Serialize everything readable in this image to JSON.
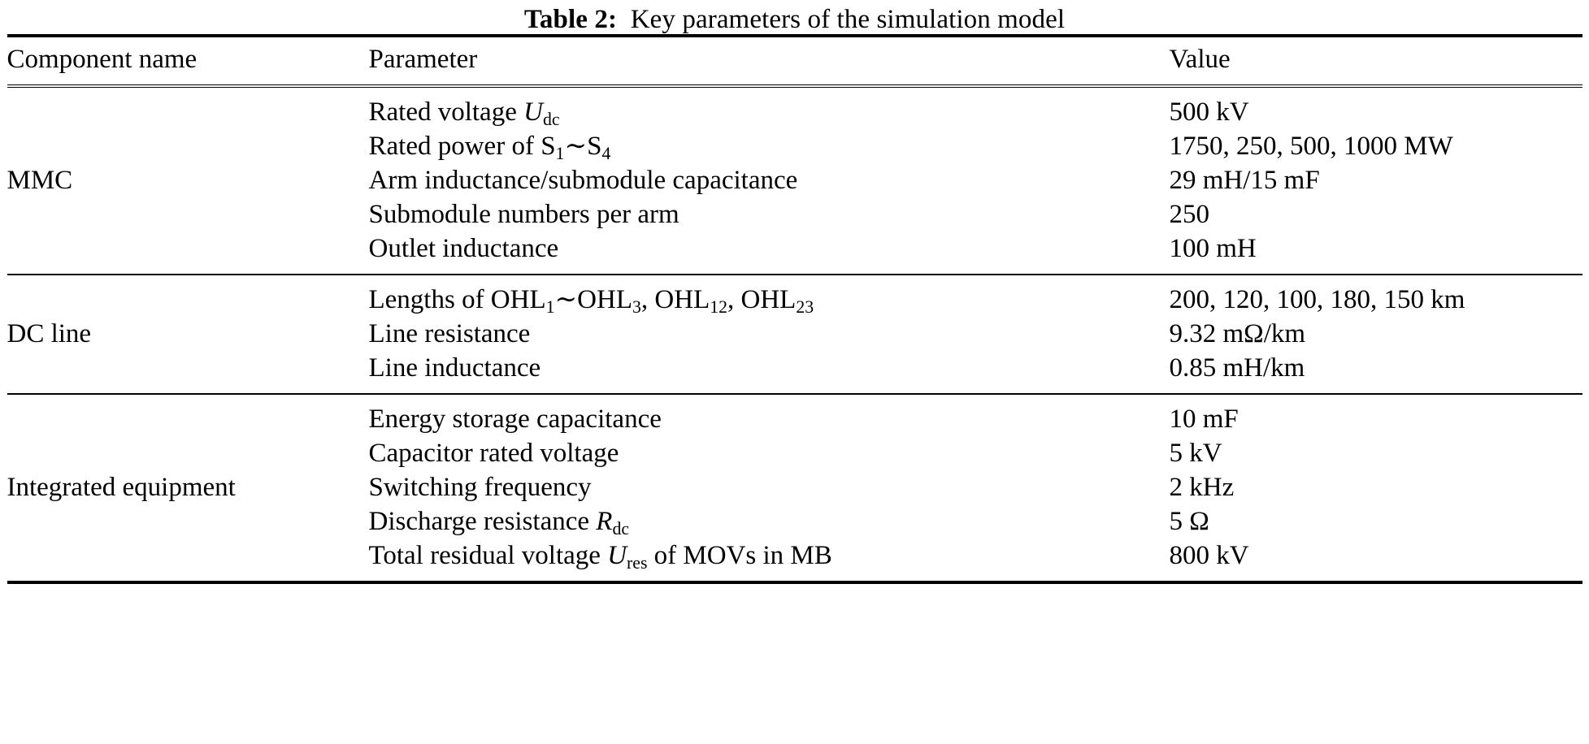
{
  "caption": {
    "label": "Table 2:",
    "text": "Key parameters of the simulation model"
  },
  "table": {
    "columns": [
      "Component name",
      "Parameter",
      "Value"
    ],
    "sections": [
      {
        "component": "MMC",
        "rows": [
          {
            "parameter": "Rated voltage U_dc",
            "value": "500 kV"
          },
          {
            "parameter": "Rated power of S_1~S_4",
            "value": "1750, 250, 500, 1000 MW"
          },
          {
            "parameter": "Arm inductance/submodule capacitance",
            "value": "29 mH/15 mF"
          },
          {
            "parameter": "Submodule numbers per arm",
            "value": "250"
          },
          {
            "parameter": "Outlet inductance",
            "value": "100 mH"
          }
        ]
      },
      {
        "component": "DC line",
        "rows": [
          {
            "parameter": "Lengths of OHL_1~OHL_3, OHL_12, OHL_23",
            "value": "200, 120, 100, 180, 150 km"
          },
          {
            "parameter": "Line resistance",
            "value": "9.32 mΩ/km"
          },
          {
            "parameter": "Line inductance",
            "value": "0.85 mH/km"
          }
        ]
      },
      {
        "component": "Integrated equipment",
        "rows": [
          {
            "parameter": "Energy storage capacitance",
            "value": "10 mF"
          },
          {
            "parameter": "Capacitor rated voltage",
            "value": "5 kV"
          },
          {
            "parameter": "Switching frequency",
            "value": "2 kHz"
          },
          {
            "parameter": "Discharge resistance R_dc",
            "value": "5 Ω"
          },
          {
            "parameter": "Total residual voltage U_res of MOVs in MB",
            "value": "800 kV"
          }
        ]
      }
    ],
    "parameter_parts": {
      "mmc": [
        {
          "pre": "Rated voltage ",
          "sym": "U",
          "sub": "dc",
          "post": ""
        },
        {
          "pre": "Rated power of ",
          "sym": "S",
          "sub": "1",
          "mid": "∼",
          "sym2": "S",
          "sub2": "4",
          "post": "",
          "upright": true
        },
        {
          "pre": "Arm inductance/submodule capacitance",
          "post": ""
        },
        {
          "pre": "Submodule numbers per arm",
          "post": ""
        },
        {
          "pre": "Outlet inductance",
          "post": ""
        }
      ],
      "dc": [
        {
          "pre": "Lengths of OHL",
          "sub": "1",
          "mid": "∼OHL",
          "sub2": "3",
          "mid2": ", OHL",
          "sub3": "12",
          "mid3": ", OHL",
          "sub4": "23",
          "upright": true
        },
        {
          "pre": "Line resistance"
        },
        {
          "pre": "Line inductance"
        }
      ],
      "int": [
        {
          "pre": "Energy storage capacitance"
        },
        {
          "pre": "Capacitor rated voltage"
        },
        {
          "pre": "Switching frequency"
        },
        {
          "pre": "Discharge resistance ",
          "sym": "R",
          "sub": "dc"
        },
        {
          "pre": "Total residual voltage ",
          "sym": "U",
          "sub": "res",
          "post": " of MOVs in MB"
        }
      ]
    }
  }
}
